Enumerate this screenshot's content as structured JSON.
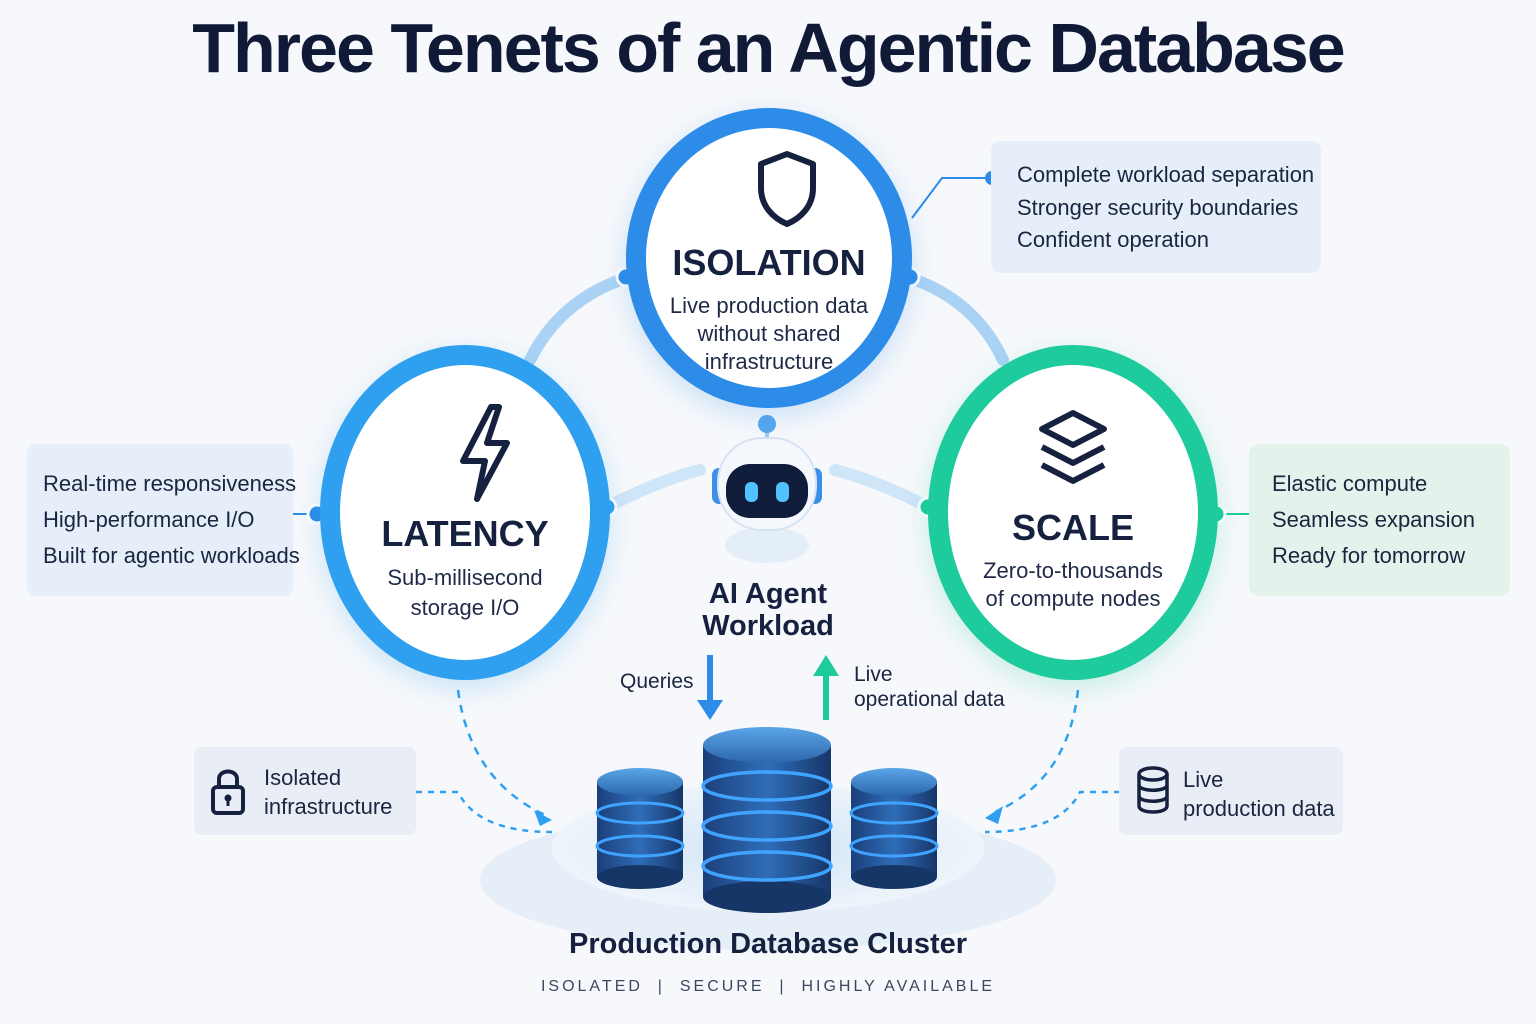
{
  "title": "Three Tenets of an Agentic Database",
  "colors": {
    "isolation": "#2d8ce8",
    "latency": "#2fa0ef",
    "scale": "#1ecb9c",
    "database": "#1f4e8c",
    "title": "#101a36"
  },
  "isolation": {
    "icon": "shield-icon",
    "title": "ISOLATION",
    "desc": [
      "Live production data",
      "without shared",
      "infrastructure"
    ],
    "features": [
      "Complete workload separation",
      "Stronger security boundaries",
      "Confident operation"
    ]
  },
  "latency": {
    "icon": "lightning-bolt-icon",
    "title": "LATENCY",
    "desc": [
      "Sub-millisecond",
      "storage I/O"
    ],
    "features": [
      "Real-time responsiveness",
      "High-performance I/O",
      "Built for agentic workloads"
    ]
  },
  "scale": {
    "icon": "layers-icon",
    "title": "SCALE",
    "desc": [
      "Zero-to-thousands",
      "of compute nodes"
    ],
    "features": [
      "Elastic compute",
      "Seamless expansion",
      "Ready for tomorrow"
    ]
  },
  "agent": {
    "icon": "robot-icon",
    "label": [
      "AI Agent",
      "Workload"
    ]
  },
  "flows": {
    "queries": "Queries",
    "live_data": [
      "Live",
      "operational data"
    ]
  },
  "side_notes": {
    "left": {
      "icon": "lock-icon",
      "lines": [
        "Isolated",
        "infrastructure"
      ]
    },
    "right": {
      "icon": "database-icon",
      "lines": [
        "Live",
        "production data"
      ]
    }
  },
  "cluster": {
    "title": "Production Database Cluster",
    "subtitle": "ISOLATED  |  SECURE  |  HIGHLY AVAILABLE"
  }
}
